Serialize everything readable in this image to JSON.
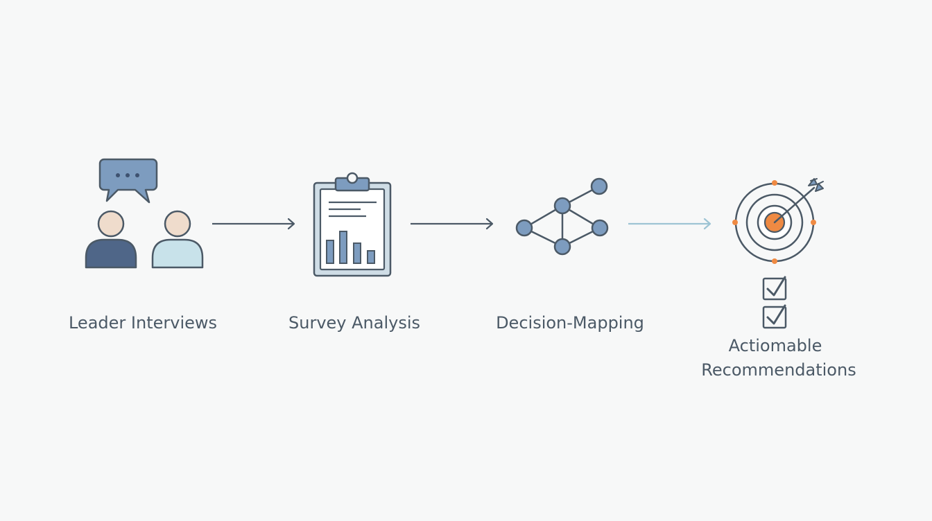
{
  "steps": [
    {
      "label": "Leader Interviews",
      "icon": "leader-interviews-icon"
    },
    {
      "label": "Survey Analysis",
      "icon": "clipboard-chart-icon"
    },
    {
      "label": "Decision-Mapping",
      "icon": "network-nodes-icon"
    },
    {
      "label_lines": [
        "Actiomable",
        "Recommendations"
      ],
      "icon": "target-arrow-icon",
      "extra_icon": "checklist-icon"
    }
  ],
  "connectors": [
    "arrow-right-icon",
    "arrow-right-icon",
    "arrow-right-icon"
  ],
  "colors": {
    "background": "#f7f8f8",
    "stroke": "#4b5966",
    "navy": "#4f6688",
    "steel_blue": "#7d9cbf",
    "pale_blue": "#c8e2ea",
    "skin": "#efdccc",
    "orange": "#ef8a43",
    "light_arrow": "#9dc4d4"
  }
}
